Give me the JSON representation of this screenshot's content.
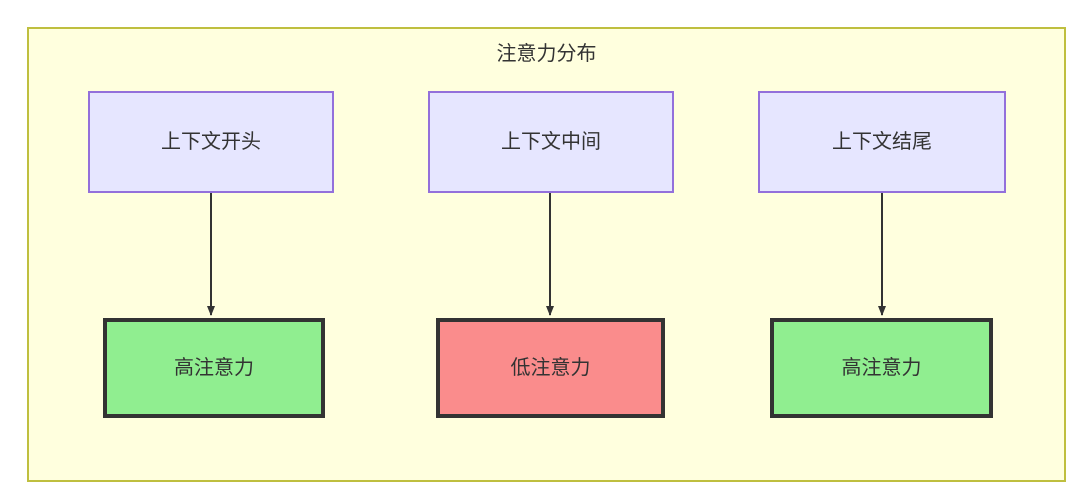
{
  "diagram": {
    "title": "注意力分布",
    "nodes": {
      "context": [
        {
          "id": "ctx-start",
          "label": "上下文开头"
        },
        {
          "id": "ctx-middle",
          "label": "上下文中间"
        },
        {
          "id": "ctx-end",
          "label": "上下文结尾"
        }
      ],
      "attention": [
        {
          "id": "att-start",
          "label": "高注意力",
          "level": "high"
        },
        {
          "id": "att-middle",
          "label": "低注意力",
          "level": "low"
        },
        {
          "id": "att-end",
          "label": "高注意力",
          "level": "high"
        }
      ]
    },
    "edges": [
      {
        "from": "ctx-start",
        "to": "att-start",
        "label": ""
      },
      {
        "from": "ctx-middle",
        "to": "att-middle",
        "label": ""
      },
      {
        "from": "ctx-end",
        "to": "att-end",
        "label": ""
      }
    ],
    "colors": {
      "container_fill": "#ffffde",
      "container_border": "#bfbf3f",
      "context_fill": "#e6e6ff",
      "context_border": "#9370db",
      "high_attention_fill": "#90ee90",
      "low_attention_fill": "#fa8c8c",
      "attention_border": "#333333",
      "text": "#333333",
      "edge": "#333333"
    }
  }
}
